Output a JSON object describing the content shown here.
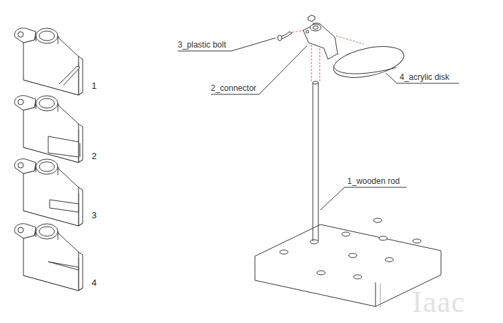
{
  "diagram": {
    "labels": [
      "1",
      "2",
      "3",
      "4",
      "3_plastic bolt",
      "2_connector",
      "4_acrylic disk",
      "1_wooden rod",
      "Iaac"
    ]
  }
}
